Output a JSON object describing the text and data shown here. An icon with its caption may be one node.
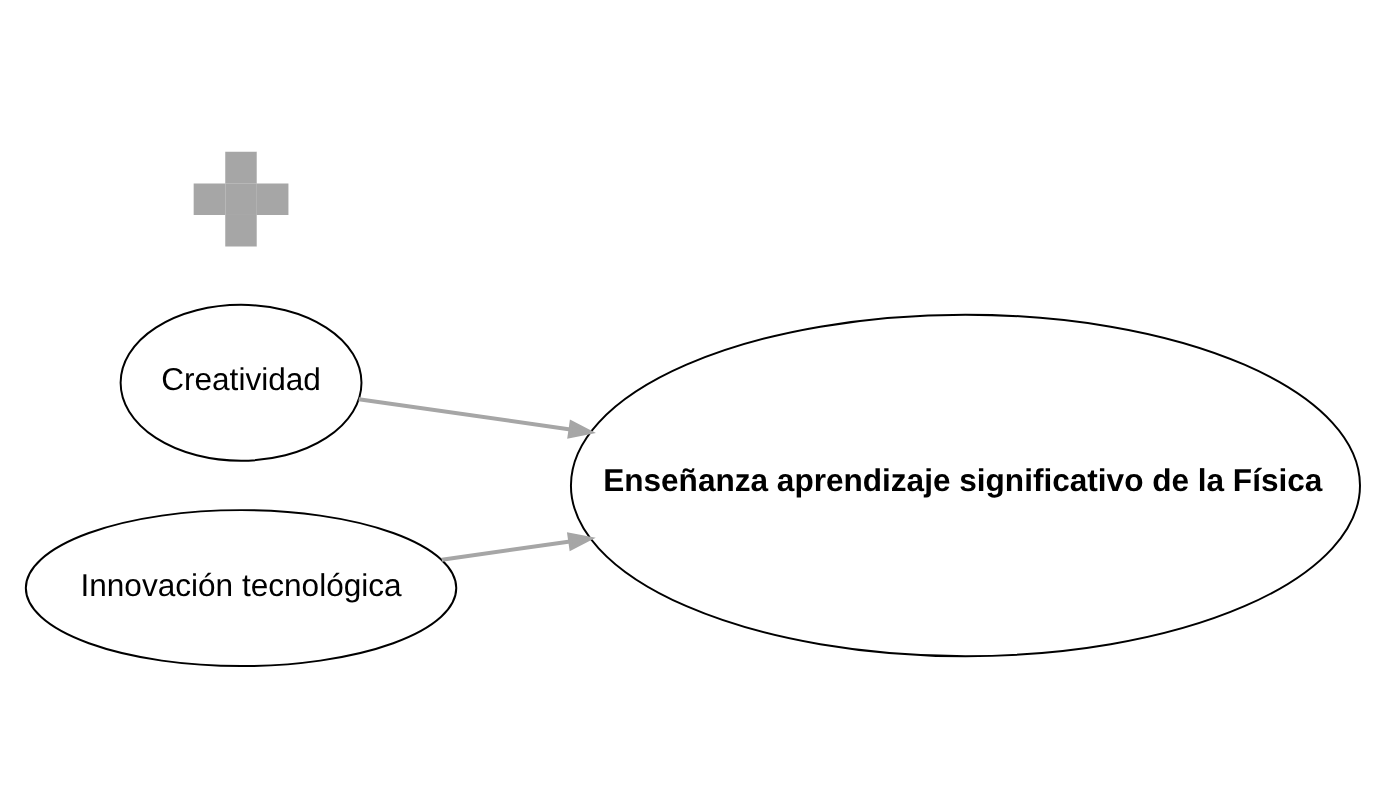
{
  "diagram": {
    "nodes": [
      {
        "text": [
          "Creatividad"
        ]
      },
      {
        "text": [],
        "shape": "plus"
      },
      {
        "text": [
          "Innovación tecnológica"
        ]
      },
      {
        "text": [
          "Enseñanza aprendizaje significativo de la Física"
        ]
      }
    ],
    "edges": [
      {
        "from": 0,
        "to": 3,
        "arrow": "to"
      },
      {
        "from": 2,
        "to": 3,
        "arrow": "to"
      }
    ]
  }
}
